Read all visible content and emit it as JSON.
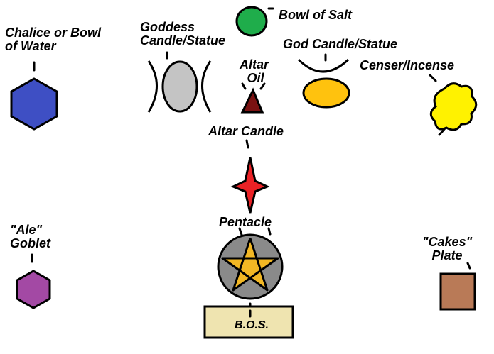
{
  "labels": {
    "chalice": {
      "line1": "Chalice or Bowl",
      "line2": "of Water"
    },
    "goddess": {
      "line1": "Goddess",
      "line2": "Candle/Statue"
    },
    "salt": "Bowl of Salt",
    "altar_oil": {
      "line1": "Altar",
      "line2": "Oil"
    },
    "god": "God Candle/Statue",
    "censer": "Censer/Incense",
    "altar_candle": "Altar Candle",
    "pentacle": "Pentacle",
    "ale": {
      "line1": "\"Ale\"",
      "line2": "Goblet"
    },
    "cakes": {
      "line1": "\"Cakes\"",
      "line2": "Plate"
    },
    "bos": "B.O.S."
  },
  "colors": {
    "chalice": "#3e4fc4",
    "goddess": "#c4c4c4",
    "salt": "#1fad4b",
    "altar_oil": "#7a1212",
    "god": "#ffc20e",
    "censer": "#fff200",
    "altar_candle": "#ea2226",
    "pentacle_disc": "#8a8a8a",
    "pentacle_star": "#f2b724",
    "ale": "#a349a4",
    "cakes": "#b97a57",
    "bos": "#efe4b0"
  }
}
